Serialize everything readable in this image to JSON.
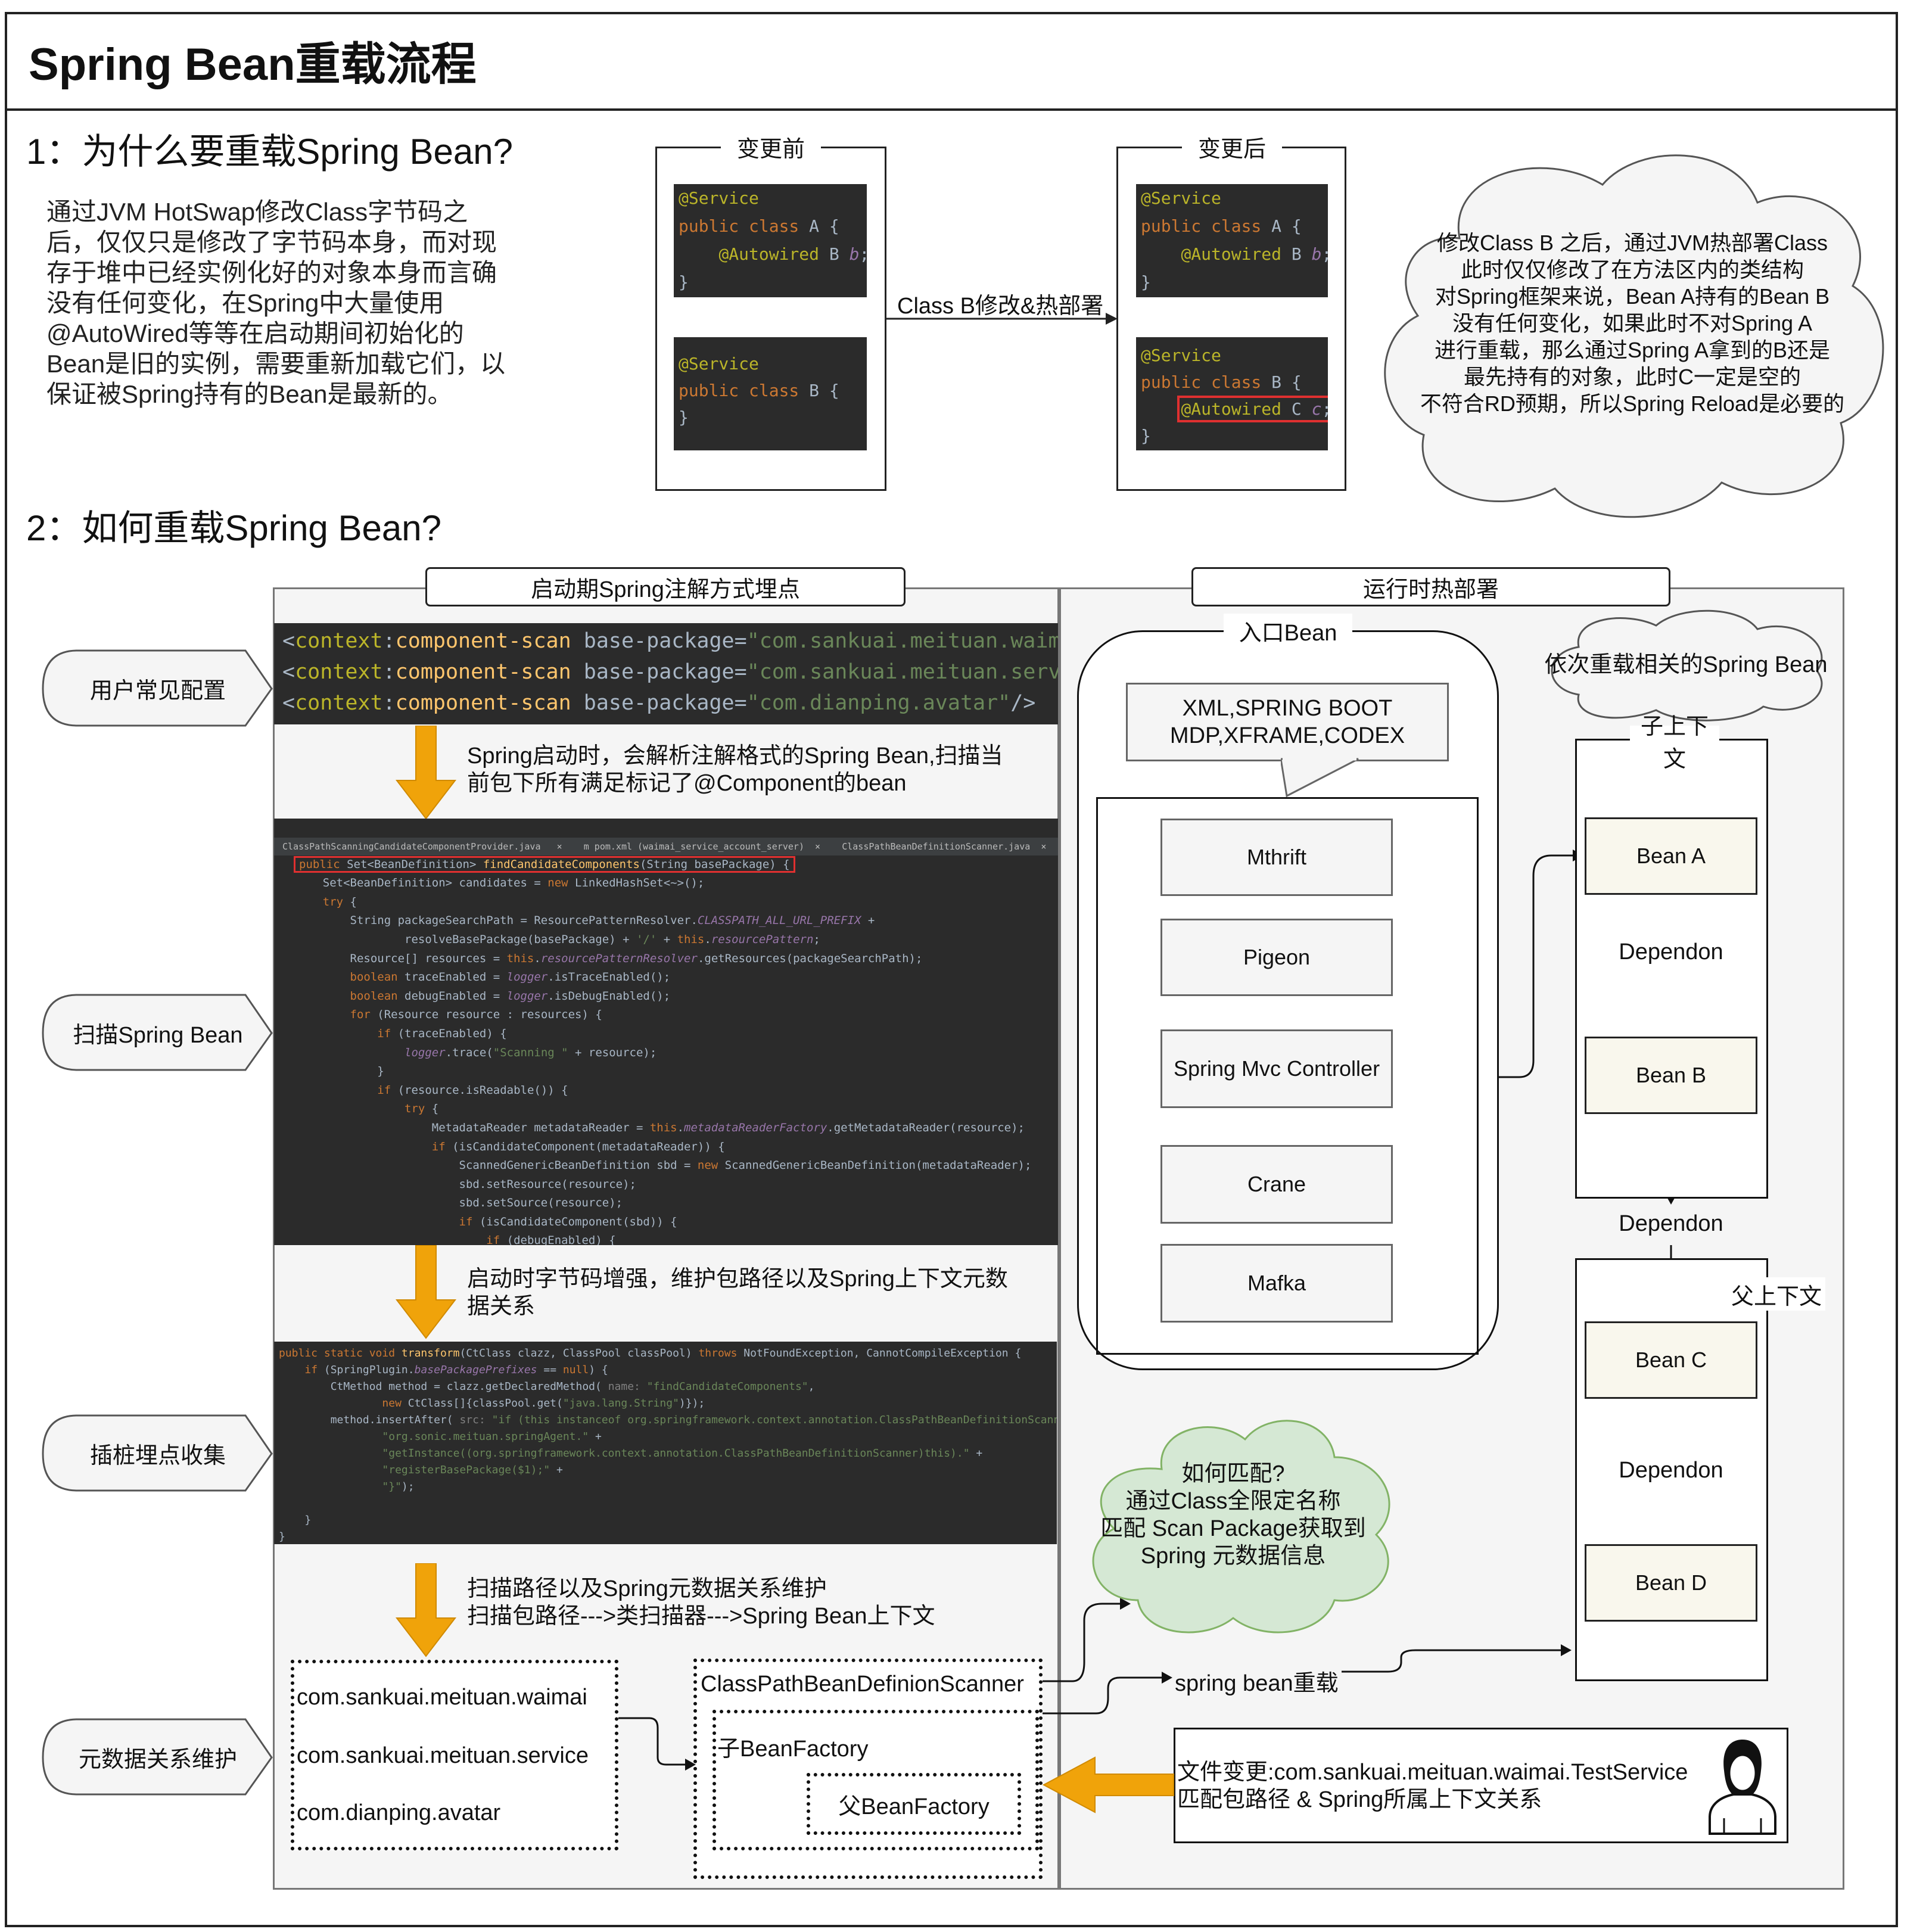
{
  "title": "Spring Bean重载流程",
  "section1": {
    "heading": "1：为什么要重载Spring Bean?",
    "description": "通过JVM HotSwap修改Class字节码之后，仅仅只是修改了字节码本身，而对现存于堆中已经实例化好的对象本身而言确没有任何变化，在Spring中大量使用@AutoWired等等在启动期间初始化的Bean是旧的实例，需要重新加载它们，以保证被Spring持有的Bean是最新的。",
    "before_label": "变更前",
    "after_label": "变更后",
    "arrow_label": "Class B修改&热部署",
    "cloud_text": [
      "修改Class B 之后，通过JVM热部署Class",
      "此时仅仅修改了在方法区内的类结构",
      "对Spring框架来说，Bean A持有的Bean B",
      "没有任何变化，如果此时不对Spring A",
      "进行重载，那么通过Spring A拿到的B还是",
      "最先持有的对象，此时C一定是空的",
      "不符合RD预期，所以Spring Reload是必要的"
    ]
  },
  "section2": {
    "heading": "2：如何重载Spring Bean?",
    "left_panel_title": "启动期Spring注解方式埋点",
    "right_panel_title": "运行时热部署",
    "stages": [
      "用户常见配置",
      "扫描Spring Bean",
      "插桩埋点收集",
      "元数据关系维护"
    ],
    "step_texts": [
      "Spring启动时，会解析注解格式的Spring Bean,扫描当前包下所有满足标记了@Component的bean",
      "启动时字节码增强，维护包路径以及Spring上下文元数据关系",
      "扫描路径以及Spring元数据关系维护\n扫描包路径--->类扫描器--->Spring Bean上下文"
    ],
    "packages": [
      "com.sankuai.meituan.waimai",
      "com.sankuai.meituan.service",
      "com.dianping.avatar"
    ],
    "scanner_label": "ClassPathBeanDefinionScanner",
    "child_factory": "子BeanFactory",
    "parent_factory": "父BeanFactory",
    "entry_bean": "入口Bean",
    "entry_types": "XML,SPRING BOOT\nMDP,XFRAME,CODEX",
    "entries": [
      "Mthrift",
      "Pigeon",
      "Spring Mvc Controller",
      "Crane",
      "Mafka"
    ],
    "reload_cloud": "依次重载相关的Spring Bean",
    "child_context": "子上下文",
    "parent_context": "父上下文",
    "beans": [
      "Bean A",
      "Bean B",
      "Bean C",
      "Bean D"
    ],
    "dependon": "Dependon",
    "match_cloud": "如何匹配?\n通过Class全限定名称\n匹配 Scan Package获取到\nSpring 元数据信息",
    "reload_label": "spring bean重载",
    "file_change": "文件变更:com.sankuai.meituan.waimai.TestService\n匹配包路径 & Spring所属上下文关系"
  },
  "colors": {
    "arrow_orange": "#f0a30a",
    "cloud_gray": "#f5f5f5",
    "cloud_green": "#d5e8d4",
    "code_bg": "#2b2b2b",
    "highlight_red": "#e03030"
  }
}
